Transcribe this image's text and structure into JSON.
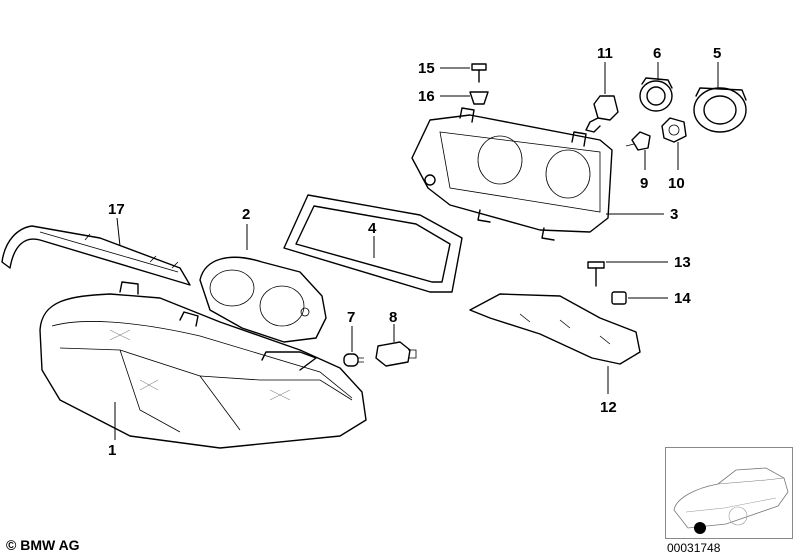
{
  "callouts": {
    "c1": "1",
    "c2": "2",
    "c3": "3",
    "c4": "4",
    "c5": "5",
    "c6": "6",
    "c7": "7",
    "c8": "8",
    "c9": "9",
    "c10": "10",
    "c11": "11",
    "c12": "12",
    "c13": "13",
    "c14": "14",
    "c15": "15",
    "c16": "16",
    "c17": "17"
  },
  "footer": {
    "copyright": "BMW AG",
    "diagram_number": "00031748"
  }
}
